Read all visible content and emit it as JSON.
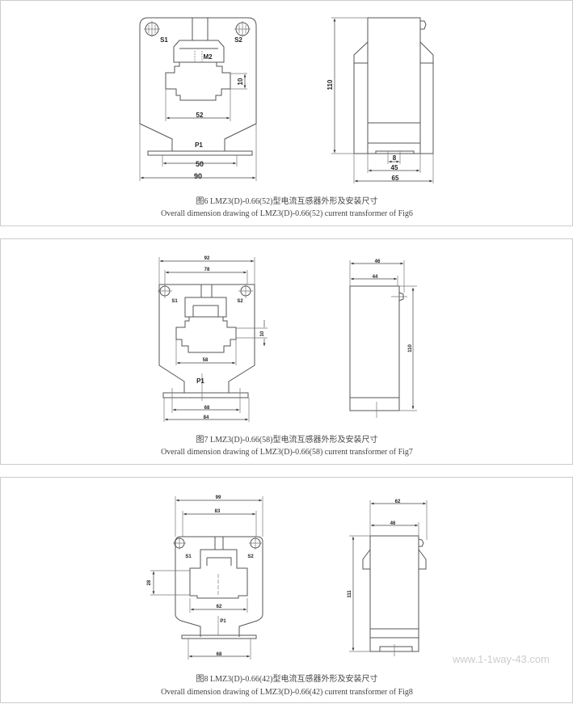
{
  "figures": [
    {
      "caption_cn": "图6 LMZ3(D)-0.66(52)型电流互感器外形及安装尺寸",
      "caption_en": "Overall dimension drawing of LMZ3(D)-0.66(52) current transformer of Fig6",
      "labels": {
        "s1": "S1",
        "s2": "S2",
        "p1": "P1",
        "m2": "M2"
      },
      "dims": {
        "window_w": "52",
        "window_h": "10",
        "mount": "50",
        "width": "90",
        "height": "110",
        "tab": "8",
        "depth_inner": "45",
        "depth": "65"
      }
    },
    {
      "caption_cn": "图7 LMZ3(D)-0.66(58)型电流互感器外形及安装尺寸",
      "caption_en": "Overall dimension drawing of LMZ3(D)-0.66(58) current transformer of Fig7",
      "labels": {
        "s1": "S1",
        "s2": "S2",
        "p1": "P1"
      },
      "dims": {
        "width": "92",
        "screws": "78",
        "window_h": "10",
        "window_w": "58",
        "mount": "68",
        "base": "84",
        "depth": "46",
        "depth_inner": "44",
        "height": "110"
      }
    },
    {
      "caption_cn": "图8 LMZ3(D)-0.66(42)型电流互感器外形及安装尺寸",
      "caption_en": "Overall dimension drawing of LMZ3(D)-0.66(42) current transformer of Fig8",
      "labels": {
        "s1": "S1",
        "s2": "S2",
        "p1": "P1"
      },
      "dims": {
        "width": "99",
        "screws": "83",
        "window_h": "28",
        "window_w": "62",
        "mount": "68",
        "depth": "62",
        "depth_inner": "46",
        "height": "111"
      }
    }
  ],
  "watermark": "www.1-1way-43.com"
}
